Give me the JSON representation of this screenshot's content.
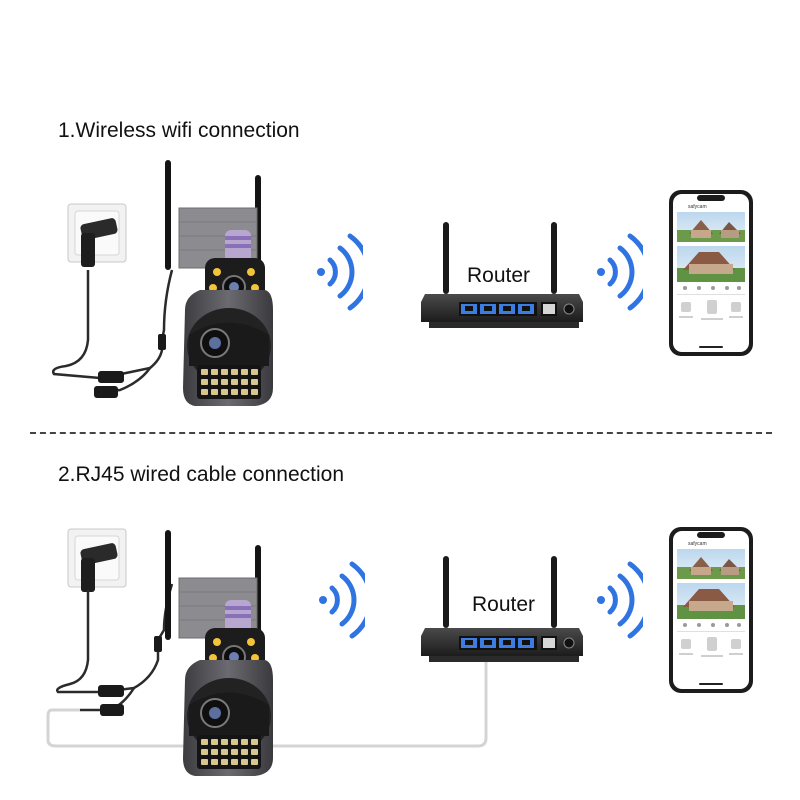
{
  "sections": [
    {
      "title": "1.Wireless wifi connection",
      "router_label": "Router"
    },
    {
      "title": "2.RJ45 wired cable connection",
      "router_label": "Router"
    }
  ],
  "phone": {
    "app_name": "safycam"
  },
  "colors": {
    "wifi_signal": "#2f74e0",
    "cable": "#d4d4d4",
    "router_port": "#3b7de0",
    "camera_body": "#5a5a5f"
  }
}
